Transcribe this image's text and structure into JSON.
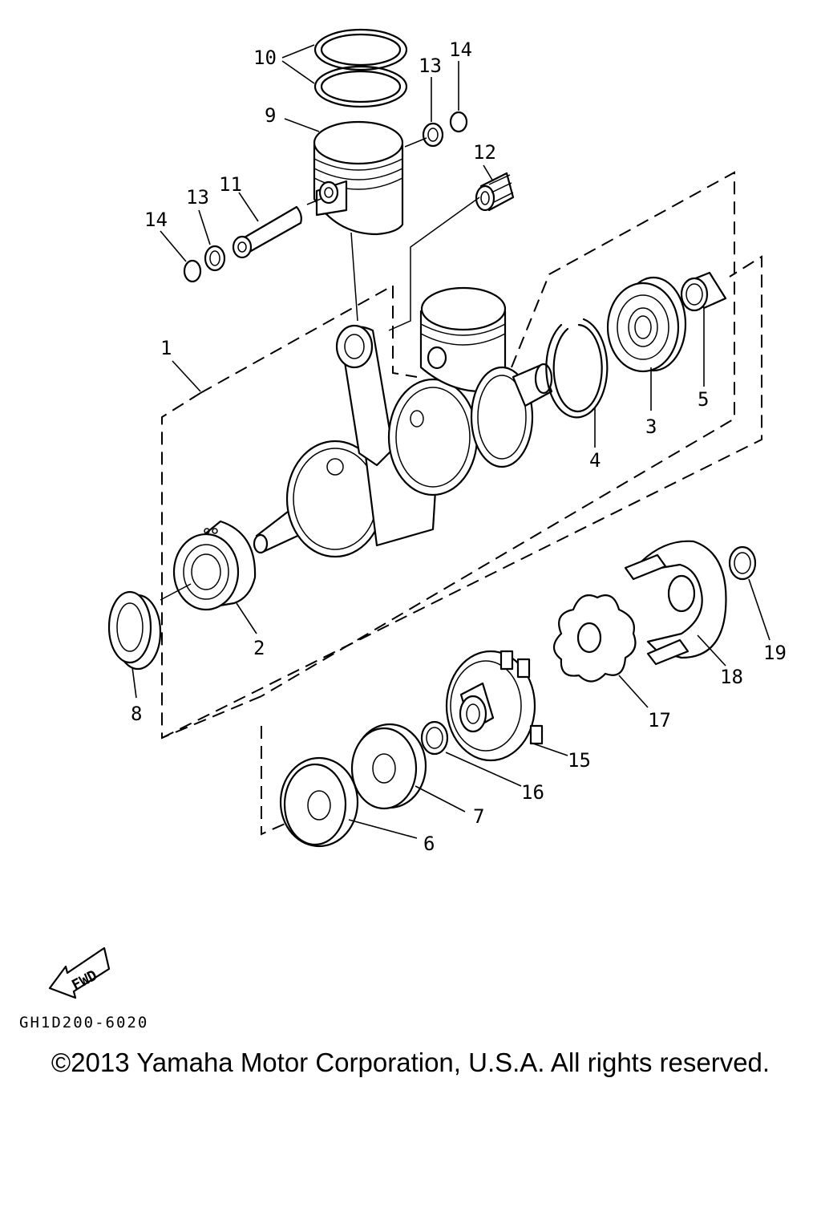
{
  "diagram": {
    "callouts": {
      "c1": "1",
      "c2": "2",
      "c3": "3",
      "c4": "4",
      "c5": "5",
      "c6": "6",
      "c7": "7",
      "c8": "8",
      "c9": "9",
      "c10": "10",
      "c11": "11",
      "c12": "12",
      "c13a": "13",
      "c13b": "13",
      "c14a": "14",
      "c14b": "14",
      "c15": "15",
      "c16": "16",
      "c17": "17",
      "c18": "18",
      "c19": "19"
    },
    "fwd_label": "FWD",
    "code": "GH1D200-6020"
  },
  "footer": {
    "copyright": "©2013 Yamaha Motor Corporation, U.S.A. All rights reserved."
  }
}
